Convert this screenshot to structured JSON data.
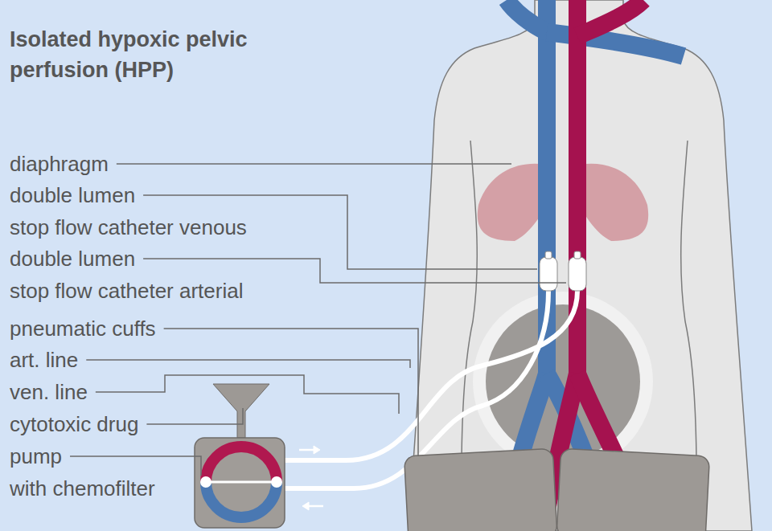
{
  "diagram": {
    "title": "Isolated hypoxic pelvic perfusion (HPP)",
    "labels": [
      "diaphragm",
      "double lumen stop flow catheter venous",
      "double lumen stop flow catheter arterial",
      "pneumatic cuffs",
      "art. line",
      "ven. line",
      "cytotoxic drug",
      "pump with chemofilter"
    ]
  }
}
